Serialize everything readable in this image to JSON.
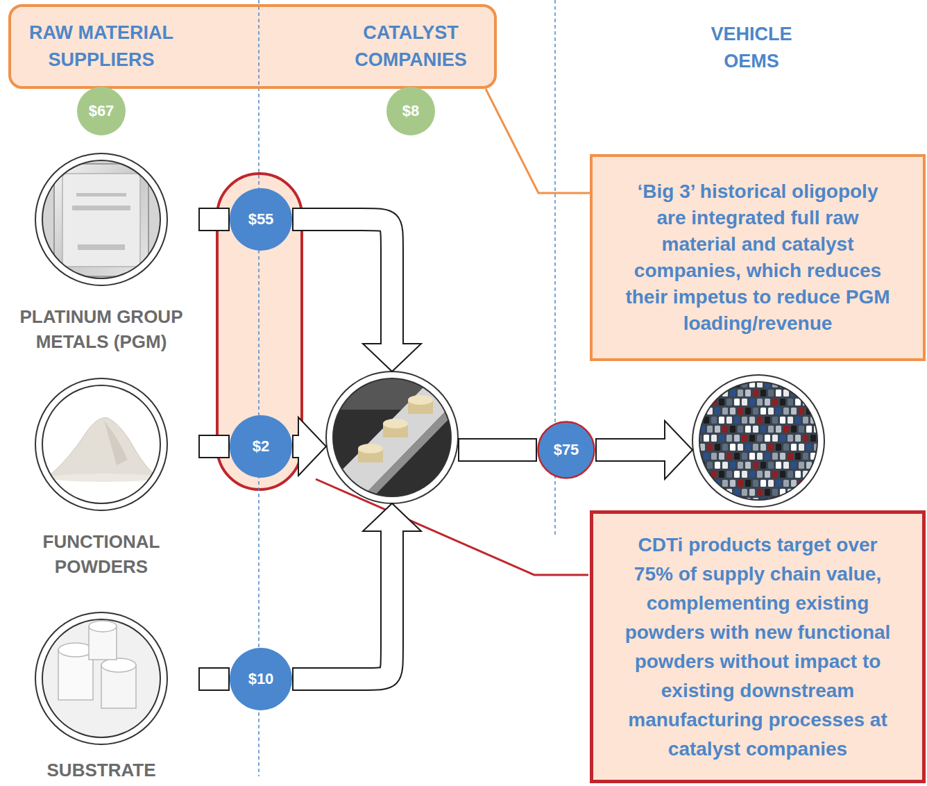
{
  "diagram": {
    "nodes": [
      {
        "text": [
          "RAW MATERIAL SUPPLIERS",
          "CATALYST COMPANIES"
        ]
      },
      {
        "text": [
          "$67"
        ]
      },
      {
        "text": [
          "$8"
        ]
      },
      {
        "text": [
          "‘Big 3’ historical oligopoly are integrated full raw material and catalyst companies, which reduces their impetus to reduce PGM loading/revenue"
        ]
      },
      {
        "text": [
          "PLATINUM GROUP METALS (PGM)"
        ]
      },
      {
        "text": [
          "$55"
        ]
      },
      {
        "text": [
          "FUNCTIONAL POWDERS"
        ]
      },
      {
        "text": [
          "$2"
        ]
      },
      {
        "text": []
      },
      {
        "text": [
          "$75"
        ]
      },
      {
        "text": []
      },
      {
        "text": [
          "CDTi products target over 75% of supply chain value, complementing existing powders with new functional powders without impact to existing downstream manufacturing processes at catalyst companies"
        ]
      },
      {
        "text": [
          "SUBSTRATE"
        ]
      },
      {
        "text": [
          "$10"
        ]
      }
    ],
    "edges": [
      {
        "from": 0,
        "to": 3,
        "arrow": "none"
      },
      {
        "from": 4,
        "to": 5,
        "arrow": "none"
      },
      {
        "from": 5,
        "to": 8,
        "arrow": "to"
      },
      {
        "from": 6,
        "to": 7,
        "arrow": "none"
      },
      {
        "from": 7,
        "to": 8,
        "arrow": "to"
      },
      {
        "from": 12,
        "to": 13,
        "arrow": "none"
      },
      {
        "from": 13,
        "to": 8,
        "arrow": "to"
      },
      {
        "from": 8,
        "to": 9,
        "arrow": "none"
      },
      {
        "from": 9,
        "to": 10,
        "arrow": "to"
      }
    ],
    "labels": [
      "VEHICLE OEMS"
    ]
  }
}
